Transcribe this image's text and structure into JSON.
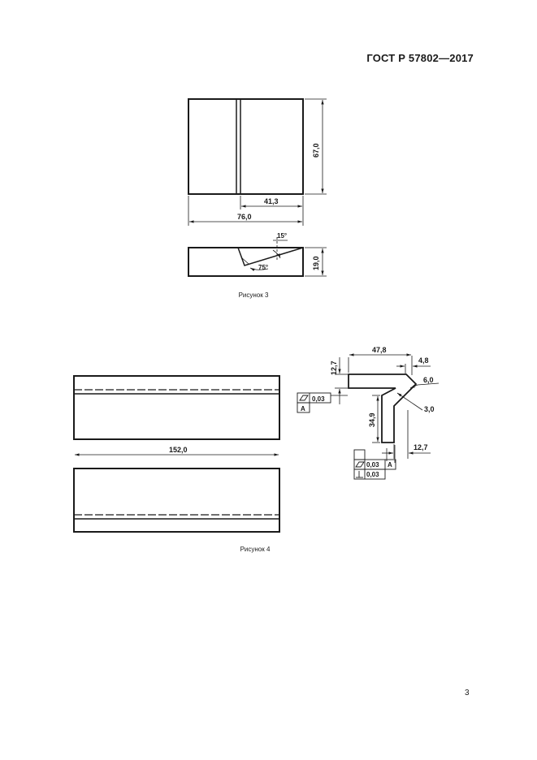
{
  "header": {
    "standard_code": "ГОСТ Р 57802—2017"
  },
  "figure3": {
    "caption": "Рисунок 3",
    "dims": {
      "width": "76,0",
      "height": "67,0",
      "slot_offset": "41,3",
      "thickness": "19,0",
      "angle_small": "15°",
      "angle_large": "75°"
    }
  },
  "figure4": {
    "caption": "Рисунок 4",
    "dims": {
      "length": "152,0",
      "top_width": "47,8",
      "chamfer": "4,8",
      "top_height": "12,7",
      "depth": "6,0",
      "radius": "3,0",
      "leg_height": "34,9",
      "leg_width": "12,7"
    },
    "tolerances": {
      "flatness_top": "0,03",
      "datum_top": "A",
      "flatness_bottom": "0,03",
      "datum_bottom": "A",
      "perpendicularity": "0,03"
    }
  },
  "footer": {
    "page_number": "3"
  }
}
